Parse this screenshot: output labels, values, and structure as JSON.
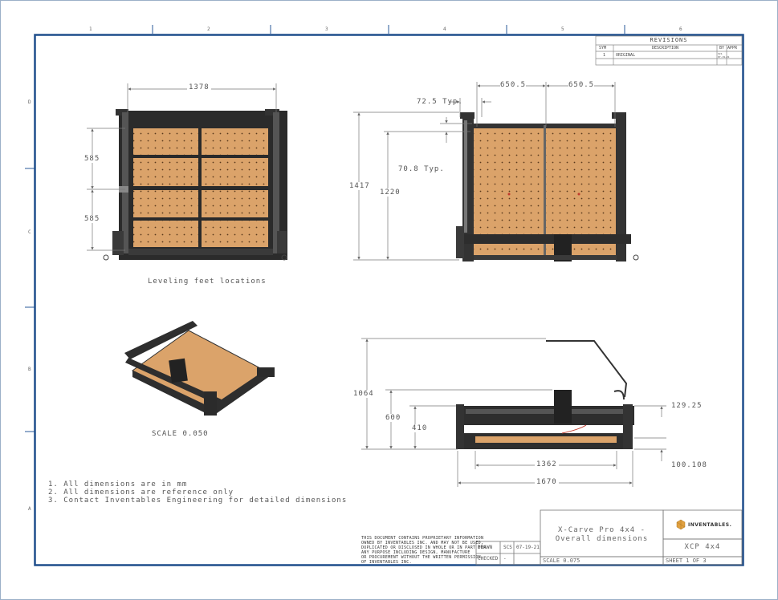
{
  "zones": {
    "top": [
      "1",
      "2",
      "3",
      "4",
      "5",
      "6"
    ],
    "left": [
      "D",
      "C",
      "B",
      "A"
    ]
  },
  "revisions": {
    "header": "REVISIONS",
    "col_sym": "SYM",
    "col_desc": "DESCRIPTION",
    "col_by": "BY",
    "col_appr": "APPR",
    "row_sym": "1",
    "row_desc": "ORIGINAL",
    "row_by": "SCS\n07-19-21"
  },
  "views": {
    "top": {
      "width_dim": "1378",
      "pitch1": "585",
      "pitch2": "585",
      "caption": "Leveling feet locations"
    },
    "front": {
      "half_left": "650.5",
      "half_right": "650.5",
      "typ1": "72.5 Typ.",
      "typ2": "70.8 Typ.",
      "overall_h": "1417",
      "inner_h": "1220"
    },
    "iso": {
      "caption": "SCALE 0.050"
    },
    "side": {
      "overall_h": "1064",
      "gantry_h": "600",
      "rail_h": "410",
      "top_offset": "129.25",
      "bottom_offset": "100.108",
      "inner_w": "1362",
      "overall_w": "1670"
    }
  },
  "notes": [
    "1. All dimensions are in mm",
    "2. All dimensions are reference only",
    "3. Contact Inventables Engineering for detailed dimensions"
  ],
  "legal": "THIS DOCUMENT CONTAINS PROPRIETARY INFORMATION\nOWNED BY INVENTABLES INC. AND MAY NOT BE USED,\nDUPLICATED OR DISCLOSED IN WHOLE OR IN PART FOR\nANY PURPOSE INCLUDING DESIGN, MANUFACTURE\nOR PROCUREMENT WITHOUT THE WRITTEN PERMISSION\nOF INVENTABLES INC.",
  "title_block": {
    "title": "X-Carve Pro 4x4 - Overall dimensions",
    "company": "INVENTABLES.",
    "drawn_label": "DRAWN",
    "drawn_by": "SCS",
    "drawn_date": "07-19-21",
    "checked_label": "CHECKED",
    "checked_by": "-",
    "part": "XCP 4x4",
    "scale": "SCALE 0.075",
    "sheet": "SHEET 1 OF 3"
  },
  "colors": {
    "frame_blue": "#1f4e8c",
    "spoilboard": "#d9a066",
    "machine_dark": "#2e2e2e"
  }
}
